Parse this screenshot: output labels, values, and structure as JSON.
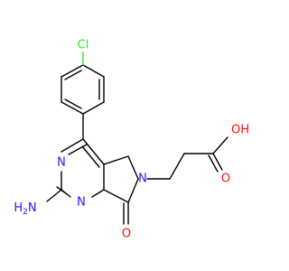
{
  "molecule": {
    "atom_colors": {
      "C": "#000000",
      "N": "#1a1aff",
      "O": "#ff0d0d",
      "Cl": "#1ff01f"
    },
    "labels": {
      "chlorine": "Cl",
      "ring_n_upper": "N",
      "ring_n_lower": "N",
      "amine": "H2N",
      "lactam_n": "N",
      "carbonyl_o": "O",
      "acid_carbonyl_o": "O",
      "acid_hydroxyl": "OH"
    }
  }
}
